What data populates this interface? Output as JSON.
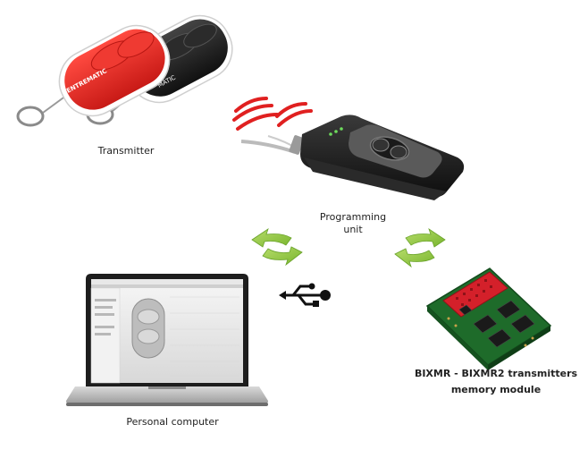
{
  "labels": {
    "transmitter": "Transmitter",
    "programming_unit_line1": "Programming",
    "programming_unit_line2": "unit",
    "personal_computer": "Personal computer",
    "memory_module_line1": "BIXMR - BIXMR2 transmitters",
    "memory_module_line2": "memory module"
  },
  "brand": {
    "remote_text_red": "ENTREMATIC",
    "remote_text_black": "MATIC"
  },
  "icons": {
    "usb": "usb-icon",
    "sync_left": "sync-arrows-icon",
    "sync_right": "sync-arrows-icon",
    "signal": "wireless-signal-icon"
  },
  "colors": {
    "red_remote": "#e5231f",
    "black_remote": "#1c1c1c",
    "sync_arrow": "#8cc63f",
    "signal": "#e02020",
    "pcb_green": "#1e6b2a",
    "connector_red": "#d4202a"
  }
}
